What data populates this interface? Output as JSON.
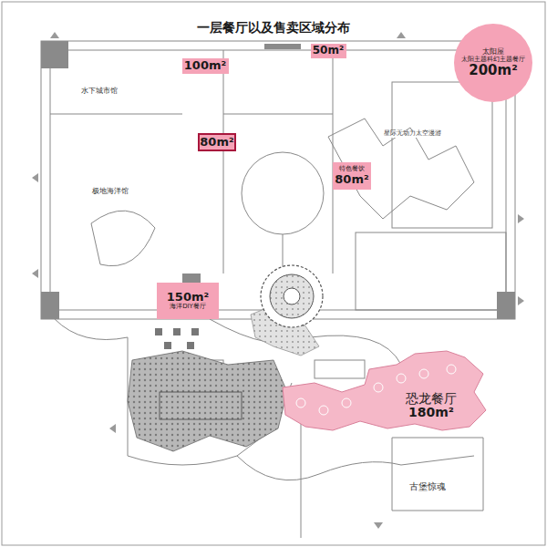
{
  "diagram": {
    "title": "一层餐厅以及售卖区域分布",
    "nodes": [
      {
        "text": [
          "100m²"
        ]
      },
      {
        "text": [
          "50m²"
        ]
      },
      {
        "text": [
          "太阳屋",
          "太阳主题科幻主题餐厅",
          "200m²"
        ]
      },
      {
        "text": [
          "80m²"
        ]
      },
      {
        "text": [
          "特色餐饮",
          "80m²"
        ]
      },
      {
        "text": [
          "150m²",
          "海洋DIY餐厅"
        ]
      },
      {
        "text": [
          "恐龙餐厅",
          "180m²"
        ]
      }
    ],
    "labels": [
      "水下城市馆",
      "极地海洋馆",
      "星际无动力太空漫游",
      "古堡惊魂"
    ]
  }
}
